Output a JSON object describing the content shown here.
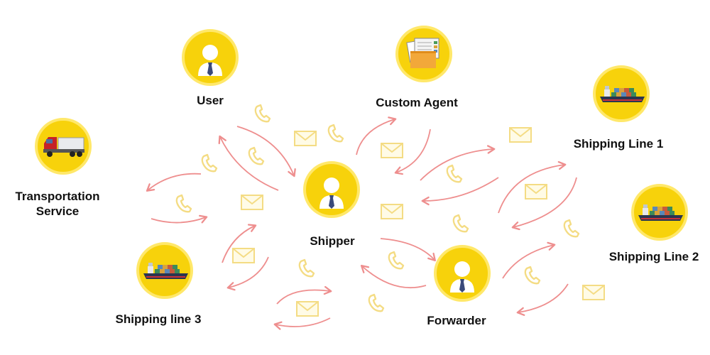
{
  "nodes": {
    "user": {
      "label": "User",
      "icon": "person-icon"
    },
    "custom_agent": {
      "label": "Custom Agent",
      "icon": "documents-folder-icon"
    },
    "transportation": {
      "label_lines": [
        "Transportation",
        "Service"
      ],
      "icon": "truck-icon"
    },
    "shipper": {
      "label": "Shipper",
      "icon": "person-icon"
    },
    "shipping_line_1": {
      "label": "Shipping Line 1",
      "icon": "cargo-ship-icon"
    },
    "shipping_line_2": {
      "label": "Shipping Line 2",
      "icon": "cargo-ship-icon"
    },
    "shipping_line_3": {
      "label": "Shipping line 3",
      "icon": "cargo-ship-icon"
    },
    "forwarder": {
      "label": "Forwarder",
      "icon": "person-icon"
    }
  },
  "colors": {
    "circle_fill": "#f7d20b",
    "circle_stroke": "#ffe86a",
    "arrow": "#ee8e8e",
    "phone": "#f4dc84",
    "envelope": "#f4dc84",
    "text": "#111111"
  },
  "decor": {
    "communication_icons": [
      "phone-icon",
      "envelope-icon"
    ]
  }
}
